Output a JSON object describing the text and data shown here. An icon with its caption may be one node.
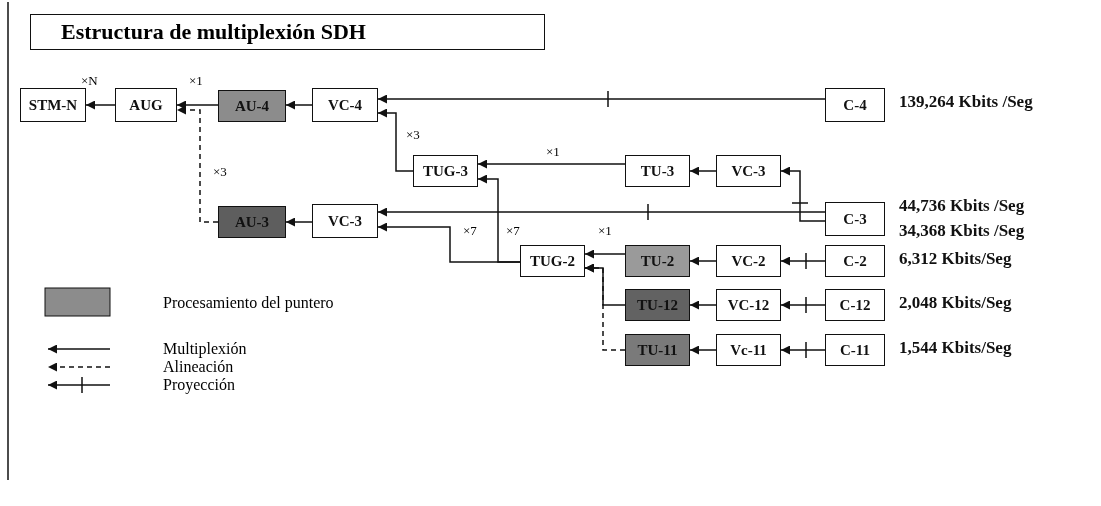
{
  "diagram": {
    "title": "Estructura de multiplexión SDH",
    "nodes": [
      {
        "text": [
          "STM-N"
        ]
      },
      {
        "text": [
          "AUG"
        ]
      },
      {
        "text": [
          "AU-4"
        ]
      },
      {
        "text": [
          "VC-4"
        ]
      },
      {
        "text": [
          "C-4"
        ],
        "beside": [
          "139,264 Kbits /Seg"
        ]
      },
      {
        "text": [
          "TUG-3"
        ]
      },
      {
        "text": [
          "TU-3"
        ]
      },
      {
        "text": [
          "VC-3"
        ]
      },
      {
        "text": [
          "AU-3"
        ]
      },
      {
        "text": [
          "VC-3"
        ]
      },
      {
        "text": [
          "C-3"
        ],
        "beside": [
          "44,736 Kbits /Seg",
          "34,368 Kbits /Seg"
        ]
      },
      {
        "text": [
          "TUG-2"
        ]
      },
      {
        "text": [
          "TU-2"
        ]
      },
      {
        "text": [
          "VC-2"
        ]
      },
      {
        "text": [
          "C-2"
        ],
        "beside": [
          "6,312 Kbits/Seg"
        ]
      },
      {
        "text": [
          "TU-12"
        ]
      },
      {
        "text": [
          "VC-12"
        ]
      },
      {
        "text": [
          "C-12"
        ],
        "beside": [
          "2,048 Kbits/Seg"
        ]
      },
      {
        "text": [
          "TU-11"
        ]
      },
      {
        "text": [
          "Vc-11"
        ]
      },
      {
        "text": [
          "C-11"
        ],
        "beside": [
          "1,544 Kbits/Seg"
        ]
      }
    ],
    "edges": [
      {
        "from": 1,
        "to": 0,
        "arrow": "to",
        "label": "×N"
      },
      {
        "from": 2,
        "to": 1,
        "arrow": "to",
        "label": "×1"
      },
      {
        "from": 8,
        "to": 1,
        "arrow": "to",
        "label": "×3",
        "style": "dashed"
      },
      {
        "from": 3,
        "to": 2,
        "arrow": "to"
      },
      {
        "from": 4,
        "to": 3,
        "arrow": "to"
      },
      {
        "from": 5,
        "to": 3,
        "arrow": "to",
        "label": "×3"
      },
      {
        "from": 6,
        "to": 5,
        "arrow": "to",
        "label": "×1"
      },
      {
        "from": 7,
        "to": 6,
        "arrow": "to"
      },
      {
        "from": 10,
        "to": 7,
        "arrow": "to"
      },
      {
        "from": 9,
        "to": 8,
        "arrow": "to"
      },
      {
        "from": 10,
        "to": 9,
        "arrow": "to"
      },
      {
        "from": 11,
        "to": 9,
        "arrow": "to",
        "label": "×7"
      },
      {
        "from": 11,
        "to": 5,
        "arrow": "to",
        "label": "×7"
      },
      {
        "from": 12,
        "to": 11,
        "arrow": "to",
        "label": "×1"
      },
      {
        "from": 13,
        "to": 12,
        "arrow": "to"
      },
      {
        "from": 14,
        "to": 13,
        "arrow": "to"
      },
      {
        "from": 15,
        "to": 11,
        "arrow": "to"
      },
      {
        "from": 16,
        "to": 15,
        "arrow": "to"
      },
      {
        "from": 17,
        "to": 16,
        "arrow": "to"
      },
      {
        "from": 18,
        "to": 11,
        "arrow": "to",
        "style": "dashed"
      },
      {
        "from": 19,
        "to": 18,
        "arrow": "to"
      },
      {
        "from": 20,
        "to": 19,
        "arrow": "to"
      }
    ],
    "legend": [
      {
        "text": "Procesamiento del puntero",
        "color": "#8c8c8c"
      },
      {
        "text": "Multiplexión"
      },
      {
        "text": "Alineación"
      },
      {
        "text": "Proyección"
      }
    ]
  }
}
